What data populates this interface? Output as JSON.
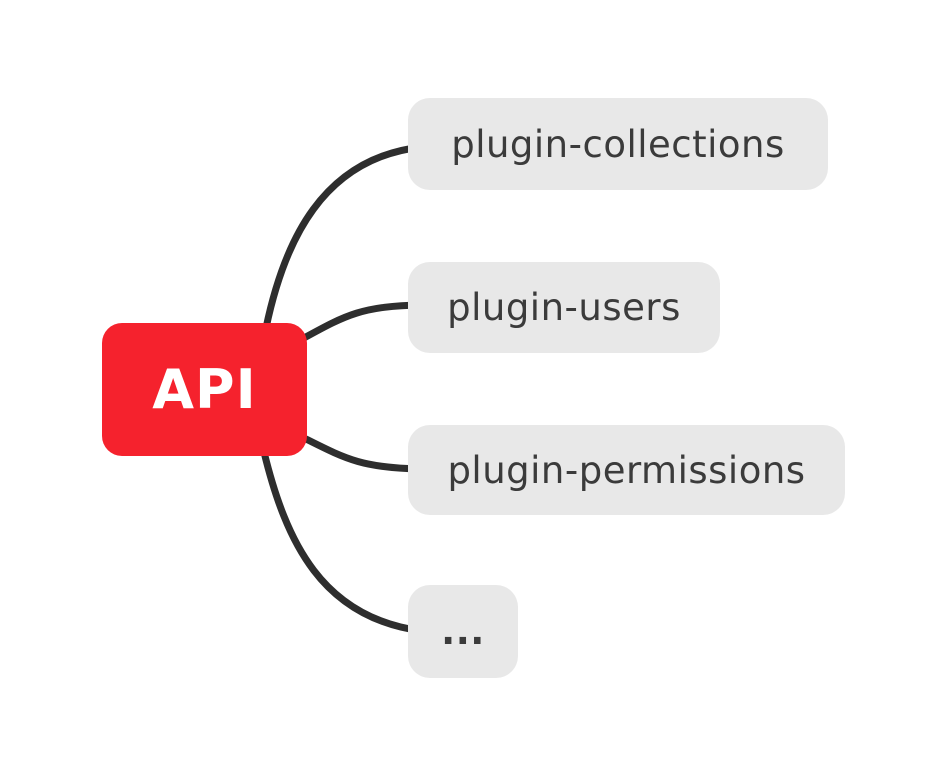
{
  "diagram": {
    "root": {
      "label": "API"
    },
    "children": [
      {
        "label": "plugin-collections"
      },
      {
        "label": "plugin-users"
      },
      {
        "label": "plugin-permissions"
      },
      {
        "label": "..."
      }
    ],
    "colors": {
      "canvas_bg": "#ffffff",
      "root_bg": "#f5222d",
      "root_text": "#ffffff",
      "node_bg": "#e8e8e8",
      "node_text": "#3b3b3b",
      "connector": "#2e2e2e"
    }
  }
}
